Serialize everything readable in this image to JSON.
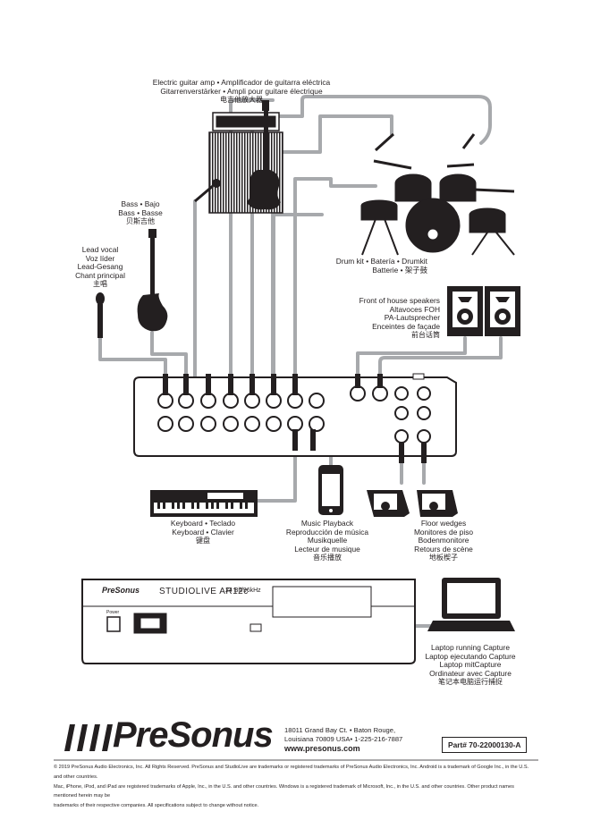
{
  "labels": {
    "guitar_amp": [
      "Electric guitar amp • Amplificador de guitarra eléctrica",
      "Gitarrenverstärker • Ampli pour guitare électrique",
      "电吉他放大器"
    ],
    "bass": [
      "Bass • Bajo",
      "Bass • Basse",
      "贝斯吉他"
    ],
    "lead_vocal": [
      "Lead vocal",
      "Voz líder",
      "Lead-Gesang",
      "Chant principal",
      "主唱"
    ],
    "drum_kit": [
      "Drum kit • Batería • Drumkit",
      "Batterie • 架子鼓"
    ],
    "foh": [
      "Front of house speakers",
      "Altavoces FOH",
      "PA-Lautsprecher",
      "Enceintes de façade",
      "前台话筒"
    ],
    "keyboard": [
      "Keyboard • Teclado",
      "Keyboard • Clavier",
      "键盘"
    ],
    "music_playback": [
      "Music Playback",
      "Reproducción de música",
      "Musikquelle",
      "Lecteur de musique",
      "音乐播放"
    ],
    "floor_wedges": [
      "Floor wedges",
      "Monitores de piso",
      "Bodenmonitore",
      "Retours de scène",
      "地板楔子"
    ],
    "laptop": [
      "Laptop running Capture",
      "Laptop ejecutando Capture",
      "Laptop mitCapture",
      "Ordinateur avec Capture",
      "笔记本电脑运行捕捉"
    ]
  },
  "rear_panel": {
    "brand": "PreSonus",
    "model": "STUDIOLIVE",
    "model_num": "AR12c",
    "spec": "24 Bit/96kHz",
    "power": "Power"
  },
  "footer": {
    "logo": "PreSonus",
    "address_line1": "18011 Grand Bay Ct. • Baton Rouge,",
    "address_line2": "Louisiana 70809 USA• 1-225-216-7887",
    "website": "www.presonus.com",
    "part": "Part# 70-22000130-A",
    "legal": [
      "© 2019 PreSonus Audio Electronics, Inc. All Rights Reserved. PreSonus and StudioLive are trademarks or registered trademarks of PreSonus Audio Electronics, Inc. Android is a trademark of Google Inc., in the U.S. and other countries.",
      "Mac, iPhone, iPod, and iPad are registered trademarks of Apple, Inc., in the U.S. and other countries. Windows is a registered trademark of Microsoft, Inc., in the U.S. and other countries. Other product names mentioned herein may be",
      "trademarks of their respective companies. All specifications subject to change without notice."
    ]
  }
}
